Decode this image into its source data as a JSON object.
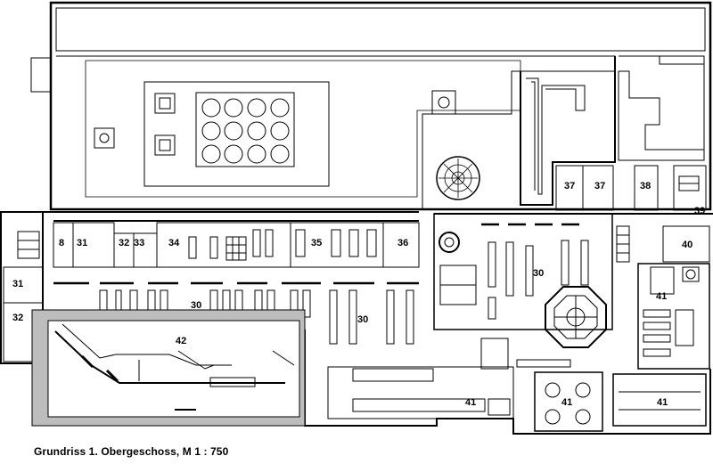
{
  "caption": "Grundriss 1. Obergeschoss, M 1 : 750",
  "room_labels": {
    "r8": "8",
    "r31a": "31",
    "r32a": "32",
    "r33": "33",
    "r34": "34",
    "r35": "35",
    "r36": "36",
    "r37a": "37",
    "r37b": "37",
    "r38": "38",
    "r39": "39",
    "r40": "40",
    "r31b": "31",
    "r32b": "32",
    "r30a": "30",
    "r30b": "30",
    "r30c": "30",
    "r41a": "41",
    "r41b": "41",
    "r41c": "41",
    "r41d": "41",
    "r42": "42"
  },
  "colors": {
    "wall": "#000000",
    "shade": "#bdbdbd",
    "background": "#ffffff"
  }
}
